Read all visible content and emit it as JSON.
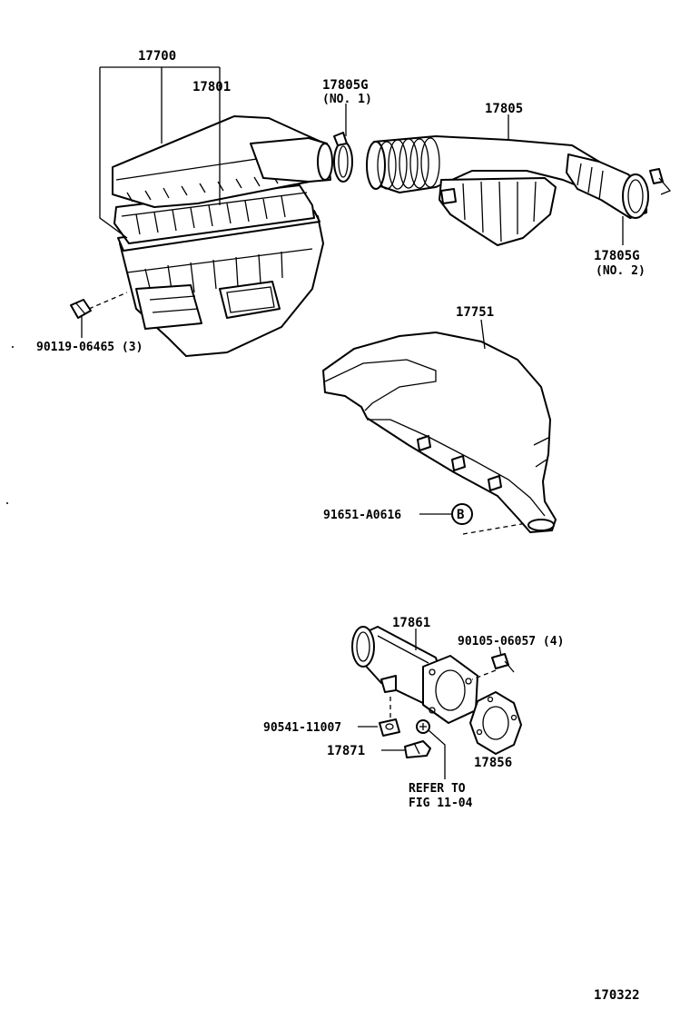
{
  "labels": {
    "p17700": "17700",
    "p17801": "17801",
    "p17805g_1": "17805G",
    "p17805g_1_sub": "(NO. 1)",
    "p17805": "17805",
    "p17805g_2": "17805G",
    "p17805g_2_sub": "(NO. 2)",
    "p90119": "90119-06465 (3)",
    "p17751": "17751",
    "p91651": "91651-A0616",
    "marker_b": "B",
    "p17861": "17861",
    "p90105": "90105-06057 (4)",
    "p90541": "90541-11007",
    "p17871": "17871",
    "p17856": "17856",
    "refer_1": "REFER TO",
    "refer_2": "FIG 11-04",
    "figure_number": "170322"
  }
}
